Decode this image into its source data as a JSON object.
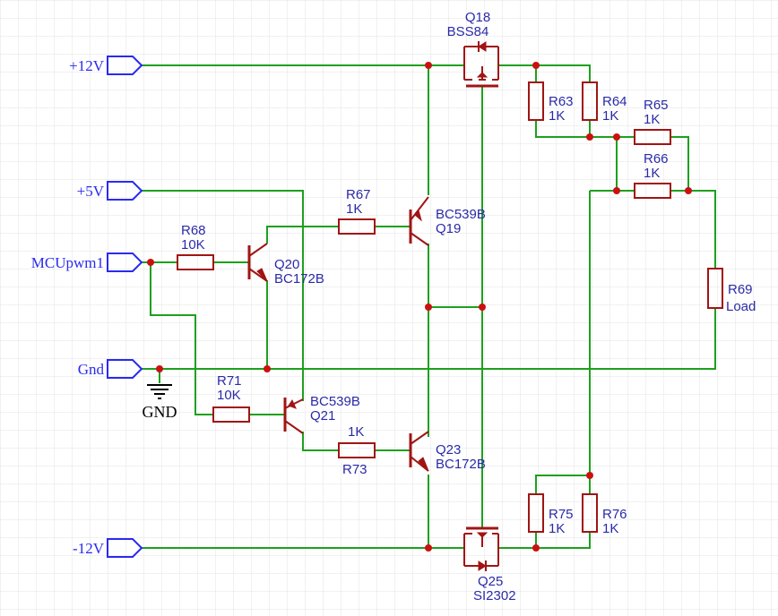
{
  "colors": {
    "wire": "#1ea01e",
    "component": "#a01414",
    "junction": "#cc1010",
    "text": "#2a2aa8",
    "port_text": "#2a2af0",
    "grid": "#e3e3e3"
  },
  "ports": {
    "p12": "+12V",
    "p5": "+5V",
    "pwm": "MCUpwm1",
    "gnd": "Gnd",
    "m12": "-12V"
  },
  "ground_symbol": "GND",
  "components": {
    "q18": {
      "ref": "Q18",
      "part": "BSS84"
    },
    "q19": {
      "ref": "Q19",
      "part": "BC539B"
    },
    "q20": {
      "ref": "Q20",
      "part": "BC172B"
    },
    "q21": {
      "ref": "Q21",
      "part": "BC539B"
    },
    "q23": {
      "ref": "Q23",
      "part": "BC172B"
    },
    "q25": {
      "ref": "Q25",
      "part": "SI2302"
    },
    "r63": {
      "ref": "R63",
      "value": "1K"
    },
    "r64": {
      "ref": "R64",
      "value": "1K"
    },
    "r65": {
      "ref": "R65",
      "value": "1K"
    },
    "r66": {
      "ref": "R66",
      "value": "1K"
    },
    "r67": {
      "ref": "R67",
      "value": "1K"
    },
    "r68": {
      "ref": "R68",
      "value": "10K"
    },
    "r69": {
      "ref": "R69",
      "value": "Load"
    },
    "r71": {
      "ref": "R71",
      "value": "10K"
    },
    "r73": {
      "ref": "R73",
      "value": "1K"
    },
    "r75": {
      "ref": "R75",
      "value": "1K"
    },
    "r76": {
      "ref": "R76",
      "value": "1K"
    }
  }
}
